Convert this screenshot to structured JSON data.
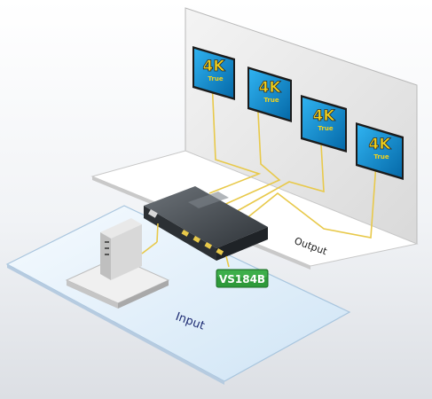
{
  "device": {
    "model_label": "VS184B"
  },
  "zones": {
    "output_label": "Output",
    "input_label": "Input"
  },
  "monitors": [
    {
      "badge_top": "4K",
      "badge_bottom": "True"
    },
    {
      "badge_top": "4K",
      "badge_bottom": "True"
    },
    {
      "badge_top": "4K",
      "badge_bottom": "True"
    },
    {
      "badge_top": "4K",
      "badge_bottom": "True"
    }
  ],
  "colors": {
    "cable": "#e8c94a",
    "badge_bg": "#2e9a3a",
    "screen": "#0a86c9",
    "accent_yellow": "#f3d21b"
  }
}
